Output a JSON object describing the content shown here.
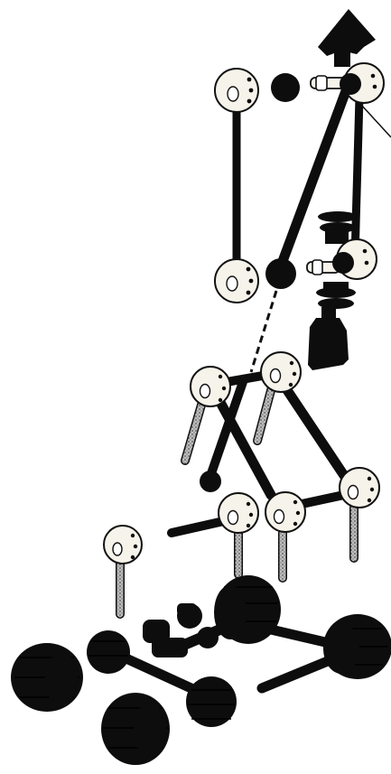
{
  "figure": {
    "kind": "exploded-construction-toy-assembly",
    "text_labels": [],
    "colors": {
      "ink": "#0d0d0d",
      "hub_fill": "#f6f3ea",
      "peg_gray": "#9a9a9a",
      "background": "#ffffff"
    },
    "parts": [
      "arrow-tip",
      "top-left-hub",
      "top-black-ball",
      "top-right-hub",
      "spring-assembly",
      "black-paddle",
      "mid-left-hub",
      "mid-right-hub",
      "lower-hub-row",
      "loose-hub",
      "black-wheels"
    ]
  }
}
